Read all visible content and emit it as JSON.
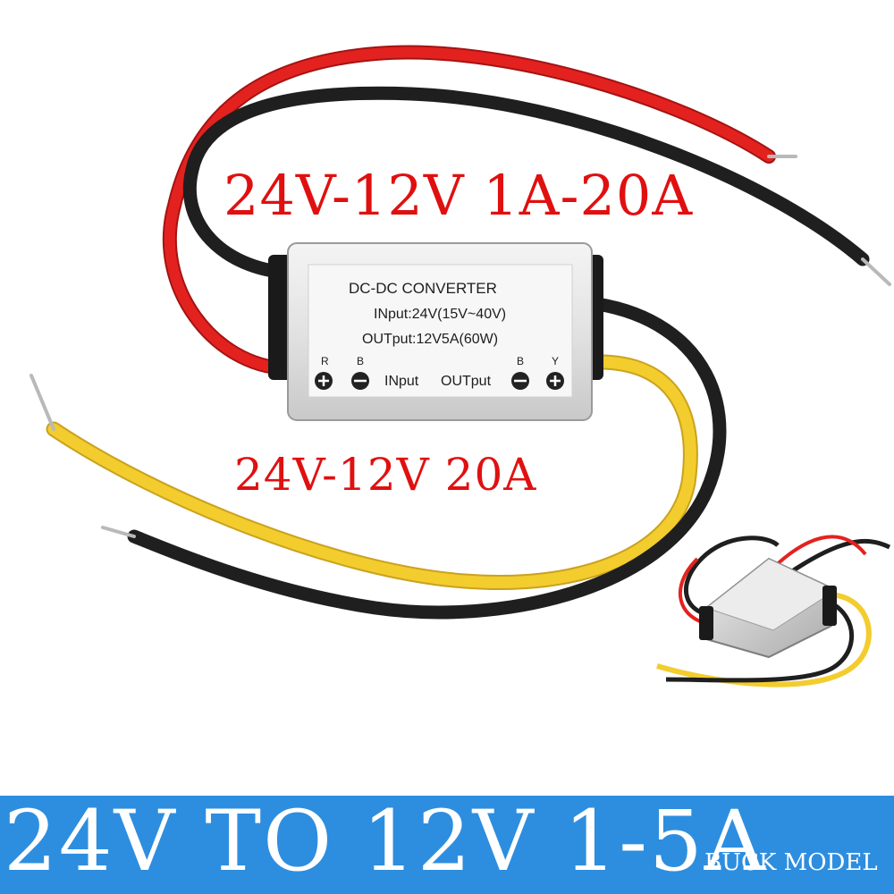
{
  "headline_top": "24V-12V 1A-20A",
  "headline_mid": "24V-12V 20A",
  "label": {
    "title": "DC-DC CONVERTER",
    "input_spec": "INput:24V(15V~40V)",
    "output_spec": "OUTput:12V5A(60W)",
    "pin_r": "R",
    "pin_b_left": "B",
    "input_word": "INput",
    "output_word": "OUTput",
    "pin_b_right": "B",
    "pin_y": "Y"
  },
  "banner": {
    "main": "24V TO 12V 1-5A",
    "sub": "BUCK MODEL"
  },
  "colors": {
    "wire_red": "#e3221f",
    "wire_black": "#1f1f1f",
    "wire_yellow": "#f3cc2e",
    "headline": "#e01010",
    "banner_bg": "#2d8ee0"
  }
}
